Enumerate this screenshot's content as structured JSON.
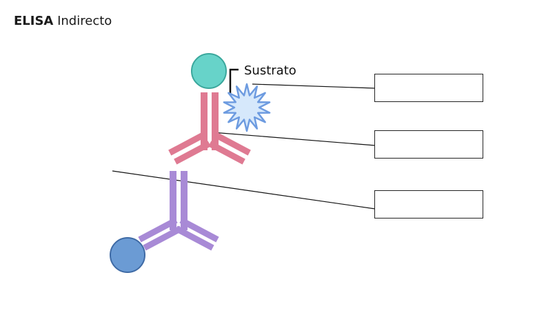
{
  "title": {
    "bold": "ELISA",
    "regular": "Indirecto"
  },
  "labels": {
    "substrate": "Sustrato"
  },
  "answer_boxes": [
    {
      "text": ""
    },
    {
      "text": ""
    },
    {
      "text": ""
    }
  ],
  "colors": {
    "secondary_antibody": "#df7a92",
    "primary_antibody": "#a88ad6",
    "enzyme": "#67d3c9",
    "substrate_star": "#d6e8fb",
    "substrate_star_outline": "#6d9be0",
    "antigen": "#6b9bd4"
  }
}
